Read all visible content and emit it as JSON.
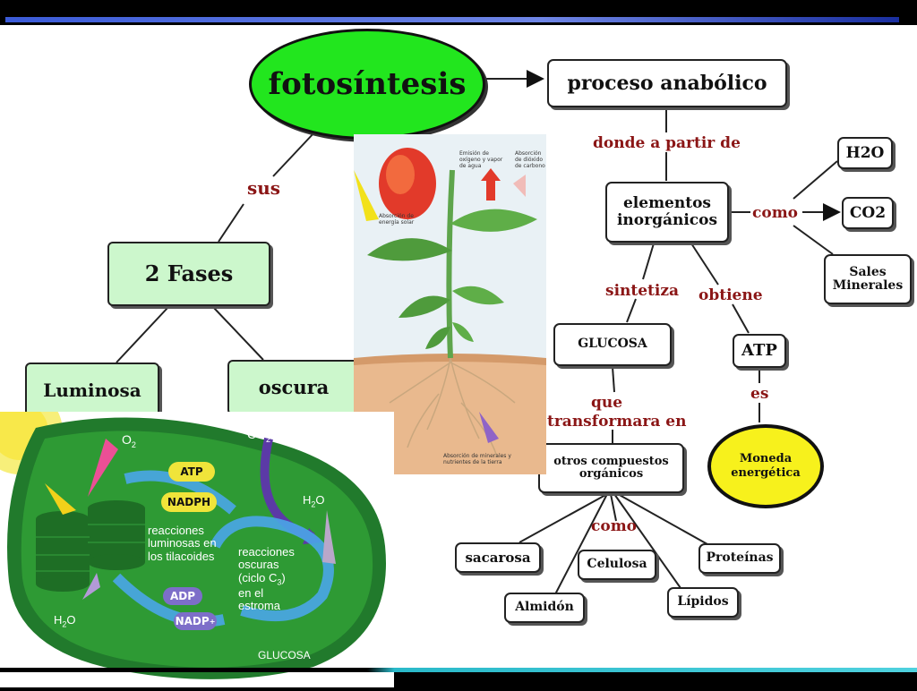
{
  "main_title": "fotosíntesis",
  "nodes": {
    "proceso": "proceso anabólico",
    "dos_fases": "2 Fases",
    "luminosa": "Luminosa",
    "oscura": "oscura",
    "elementos": "elementos inorgánicos",
    "h2o": "H2O",
    "co2": "CO2",
    "sales": "Sales Minerales",
    "glucosa": "GLUCOSA",
    "atp": "ATP",
    "moneda": "Moneda energética",
    "otros": "otros compuestos orgánicos",
    "sacarosa": "sacarosa",
    "celulosa": "Celulosa",
    "proteinas": "Proteínas",
    "almidon": "Almidón",
    "lipidos": "Lípidos"
  },
  "link_labels": {
    "sus": "sus",
    "donde": "donde a partir de",
    "como1": "como",
    "sintetiza": "sintetiza",
    "obtiene": "obtiene",
    "que": "que",
    "transformara": "transformara en",
    "es": "es",
    "como2": "como"
  },
  "plant_figure": {
    "sun": "Absorción de energía solar",
    "oxygen": "Emisión de oxígeno y vapor de agua",
    "co2": "Absorción de dióxido de carbono",
    "minerals": "Absorción de minerales y nutrientes de la tierra"
  },
  "chloroplast_figure": {
    "o2": "O",
    "o2_sub": "2",
    "co2": "CO",
    "co2_sub": "2",
    "atp": "ATP",
    "nadph": "NADPH",
    "adp": "ADP",
    "nadp": "NADP",
    "nadp_sup": "+",
    "luminosas": "reacciones luminosas en los tilacoides",
    "oscuras_1": "reacciones oscuras",
    "oscuras_2": "(ciclo C",
    "oscuras_sub": "3",
    "oscuras_3": ")",
    "oscuras_4": "en el estroma",
    "h2o_top": "H",
    "h2o_top_sub": "2",
    "h2o_top_end": "O",
    "h2o_bottom": "H",
    "h2o_bottom_sub": "2",
    "h2o_bottom_end": "O",
    "glucosa": "GLUCOSA"
  },
  "colors": {
    "title_ellipse": "#22e61e",
    "phase_boxes": "#ccf7cc",
    "link_labels": "#8b1616",
    "energy_ellipse": "#f7f11c",
    "chloroplast": "#2e9a34"
  }
}
